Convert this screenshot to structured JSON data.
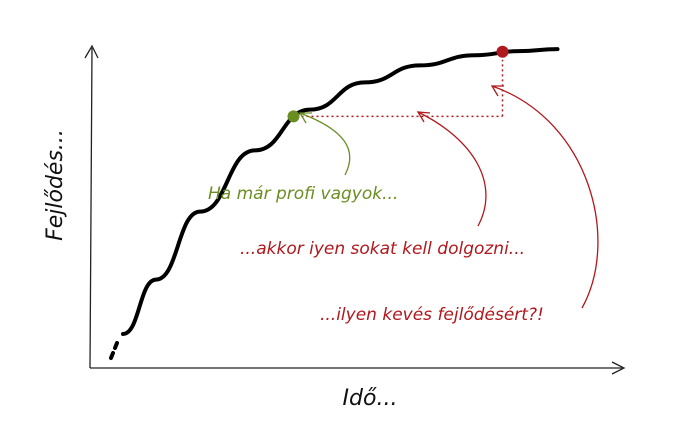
{
  "chart_data": {
    "type": "line",
    "title": "",
    "xlabel": "Idő...",
    "ylabel": "Fejlődés...",
    "grid": false,
    "legend": "none",
    "xlim": [
      0,
      10
    ],
    "ylim": [
      0,
      10
    ],
    "series": [
      {
        "values": [
          {
            "x": 0.6,
            "y": 1.0
          },
          {
            "x": 1.2,
            "y": 2.6
          },
          {
            "x": 2.0,
            "y": 4.6
          },
          {
            "x": 3.0,
            "y": 6.4
          },
          {
            "x": 4.0,
            "y": 7.6
          },
          {
            "x": 5.0,
            "y": 8.4
          },
          {
            "x": 6.0,
            "y": 8.9
          },
          {
            "x": 7.0,
            "y": 9.2
          },
          {
            "x": 7.8,
            "y": 9.32
          },
          {
            "x": 8.5,
            "y": 9.38
          }
        ]
      }
    ],
    "points": [
      {
        "x": 3.7,
        "y": 7.4,
        "color": "#6b8e23"
      },
      {
        "x": 7.5,
        "y": 9.3,
        "color": "#b0181d"
      }
    ],
    "annotations": [
      {
        "text": "Ha már profi vagyok...",
        "color": "#6b8e23"
      },
      {
        "text": "...akkor iyen sokat kell dolgozni...",
        "color": "#b0181d"
      },
      {
        "text": "...ilyen kevés fejlődésért?!",
        "color": "#b0181d"
      }
    ]
  },
  "colors": {
    "axis": "#222222",
    "curve": "#000000",
    "green": "#6b8e23",
    "red": "#b0181d"
  }
}
